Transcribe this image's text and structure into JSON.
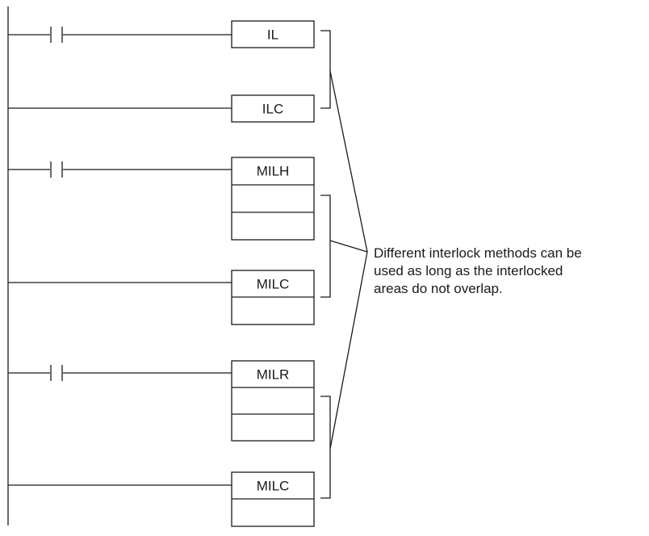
{
  "diagram": {
    "instructions": [
      {
        "label": "IL"
      },
      {
        "label": "ILC"
      },
      {
        "label": "MILH"
      },
      {
        "label": "MILC"
      },
      {
        "label": "MILR"
      },
      {
        "label": "MILC"
      }
    ],
    "note_lines": [
      "Different interlock methods can be",
      "used as long as the interlocked",
      "areas do not overlap."
    ]
  }
}
